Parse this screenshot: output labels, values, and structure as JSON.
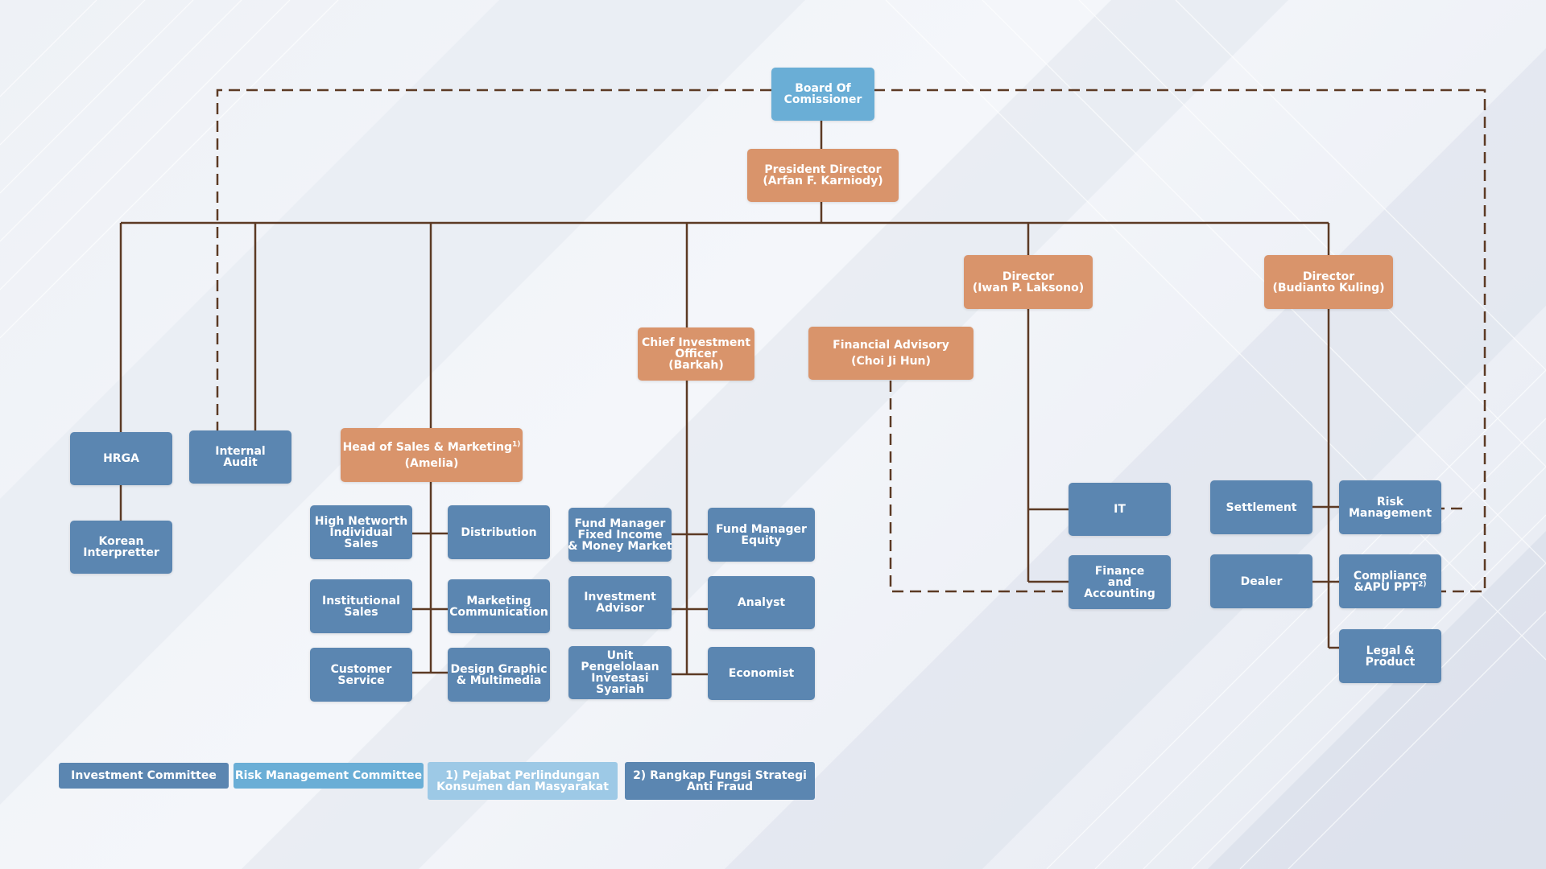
{
  "colors": {
    "executive": "#d9946b",
    "unit": "#5b86b1",
    "board": "#6aaed6",
    "note": "#9dc9e6",
    "connector": "#5c3a24"
  },
  "board": {
    "line1": "Board Of",
    "line2": "Comissioner"
  },
  "president": {
    "line1": "President Director",
    "line2": "(Arfan F. Karniody)"
  },
  "director_iwan": {
    "line1": "Director",
    "line2": "(Iwan P. Laksono)"
  },
  "director_budianto": {
    "line1": "Director",
    "line2": "(Budianto Kuling)"
  },
  "cio": {
    "line1": "Chief Investment",
    "line2": "Officer",
    "line3": "(Barkah)"
  },
  "financial_advisory": {
    "line1": "Financial Advisory",
    "line2": "(Choi Ji Hun)"
  },
  "head_sales": {
    "line1": "Head of Sales & Marketing",
    "sup": "1)",
    "line2": "(Amelia)"
  },
  "hrga": {
    "label": "HRGA"
  },
  "korean": {
    "line1": "Korean",
    "line2": "Interpretter"
  },
  "internal_audit": {
    "line1": "Internal",
    "line2": "Audit"
  },
  "hnwi": {
    "line1": "High Networth",
    "line2": "Individual",
    "line3": "Sales"
  },
  "distribution": {
    "label": "Distribution"
  },
  "institutional": {
    "line1": "Institutional",
    "line2": "Sales"
  },
  "marketing_comm": {
    "line1": "Marketing",
    "line2": "Communication"
  },
  "customer_service": {
    "line1": "Customer",
    "line2": "Service"
  },
  "design_graphic": {
    "line1": "Design Graphic",
    "line2": "& Multimedia"
  },
  "fm_fixed": {
    "line1": "Fund Manager",
    "line2": "Fixed Income",
    "line3": "& Money Market"
  },
  "fm_equity": {
    "line1": "Fund Manager",
    "line2": "Equity"
  },
  "investment_advisor": {
    "line1": "Investment",
    "line2": "Advisor"
  },
  "analyst": {
    "label": "Analyst"
  },
  "syariah": {
    "line1": "Unit",
    "line2": "Pengelolaan",
    "line3": "Investasi",
    "line4": "Syariah"
  },
  "economist": {
    "label": "Economist"
  },
  "it": {
    "label": "IT"
  },
  "finance": {
    "line1": "Finance",
    "line2": "and",
    "line3": "Accounting"
  },
  "settlement": {
    "label": "Settlement"
  },
  "dealer": {
    "label": "Dealer"
  },
  "risk_mgmt": {
    "line1": "Risk",
    "line2": "Management"
  },
  "compliance": {
    "line1": "Compliance",
    "line2": "&APU PPT",
    "sup": "2)"
  },
  "legal": {
    "line1": "Legal &",
    "line2": "Product"
  },
  "legend": {
    "investment_committee": "Investment Committee",
    "risk_committee": "Risk Management Committee",
    "note1_line1": "1) Pejabat Perlindungan",
    "note1_line2": "Konsumen dan Masyarakat",
    "note2_line1": "2) Rangkap Fungsi Strategi",
    "note2_line2": "Anti Fraud"
  }
}
